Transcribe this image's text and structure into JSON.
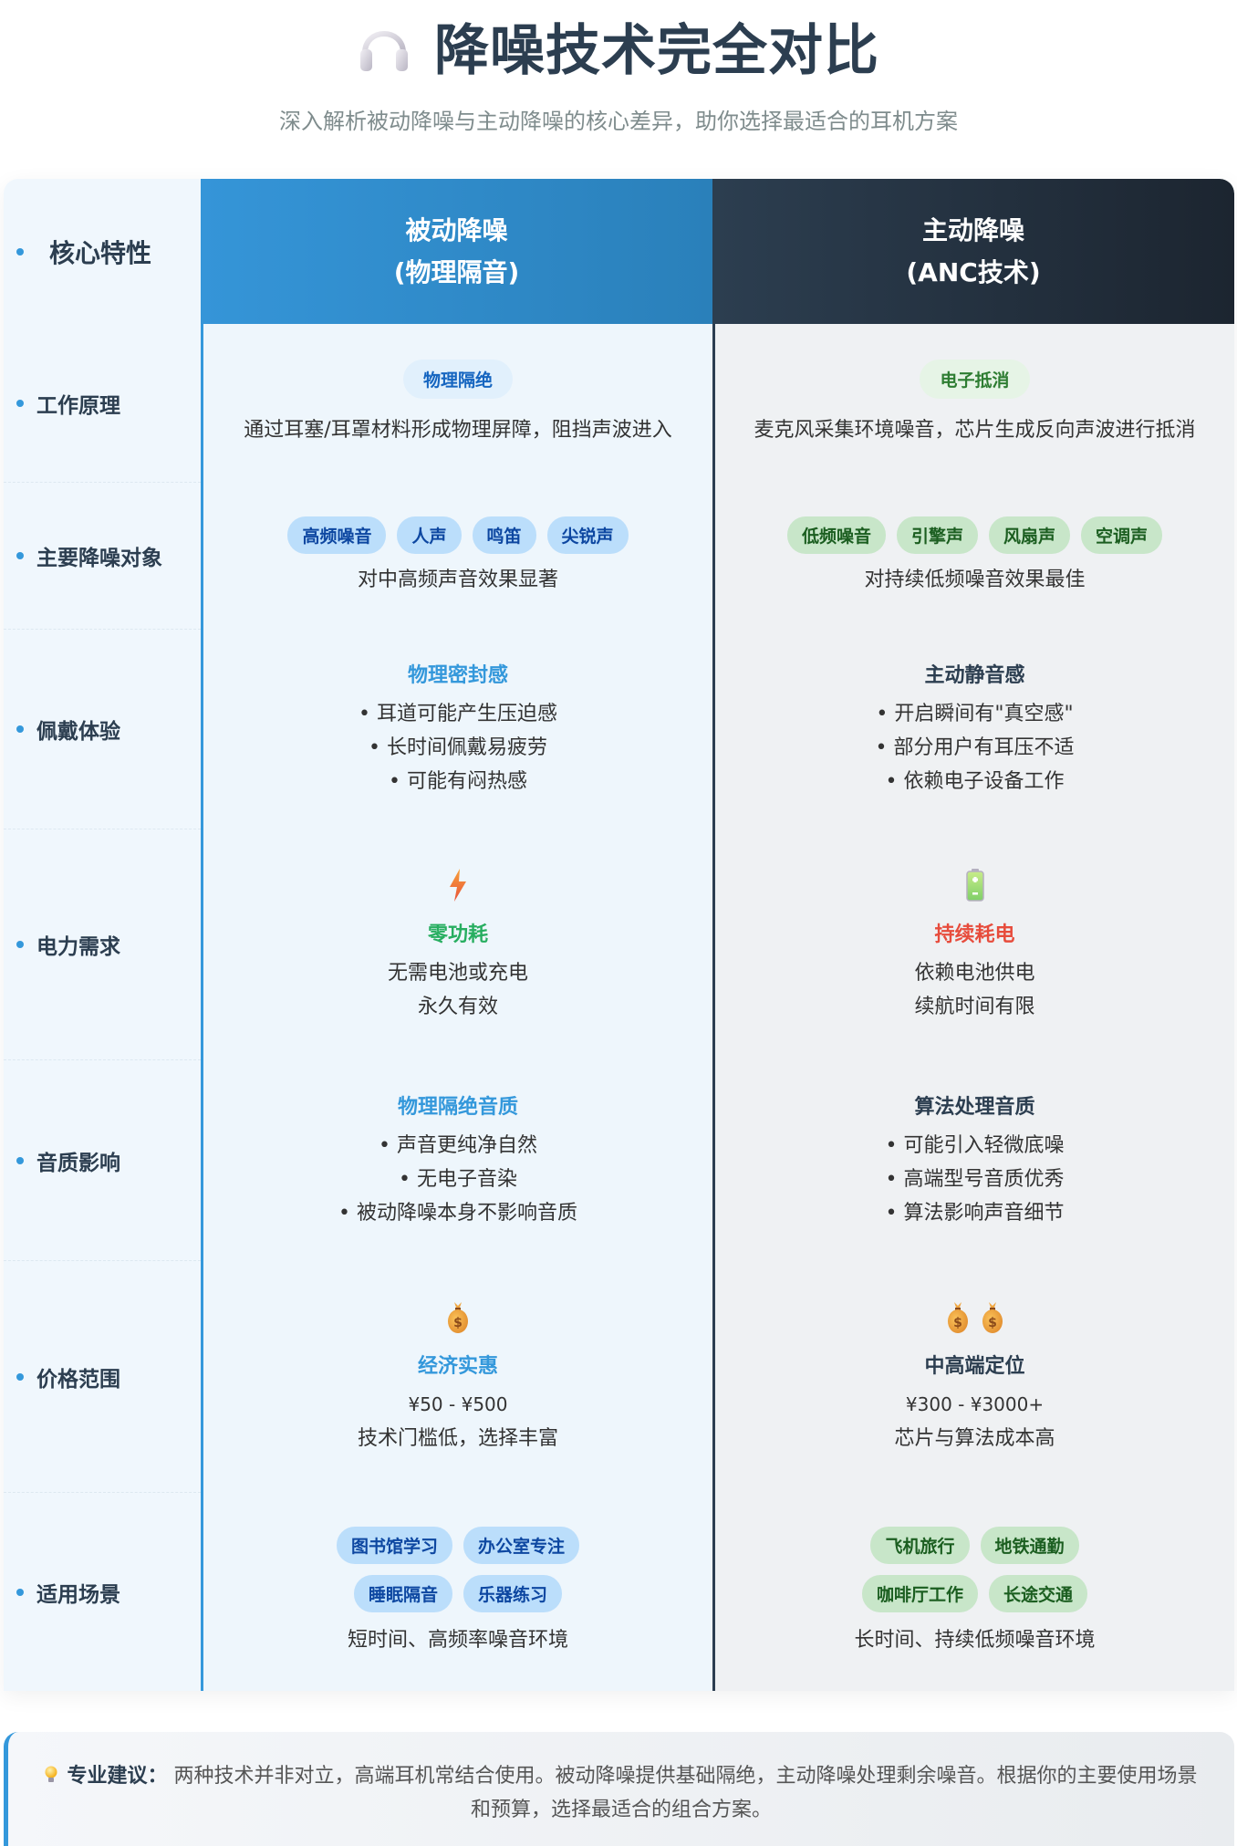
{
  "header": {
    "icon": "headphone-icon",
    "title": "降噪技术完全对比",
    "subtitle": "深入解析被动降噪与主动降噪的核心差异，助你选择最适合的耳机方案"
  },
  "table": {
    "corner_label": "核心特性",
    "columns": {
      "passive": {
        "line1": "被动降噪",
        "line2": "(物理隔音)",
        "color": "#3498db"
      },
      "active": {
        "line1": "主动降噪",
        "line2": "(ANC技术)",
        "color": "#2c3e50"
      }
    },
    "rows": {
      "principle": {
        "label": "工作原理",
        "passive": {
          "pill": "物理隔绝",
          "text": "通过耳塞/耳罩材料形成物理屏障，阻挡声波进入"
        },
        "active": {
          "pill": "电子抵消",
          "text": "麦克风采集环境噪音，芯片生成反向声波进行抵消"
        }
      },
      "targets": {
        "label": "主要降噪对象",
        "passive": {
          "tags": [
            "高频噪音",
            "人声",
            "鸣笛",
            "尖锐声"
          ],
          "text": "对中高频声音效果显著"
        },
        "active": {
          "tags": [
            "低频噪音",
            "引擎声",
            "风扇声",
            "空调声"
          ],
          "text": "对持续低频噪音效果最佳"
        }
      },
      "comfort": {
        "label": "佩戴体验",
        "passive": {
          "heading": "物理密封感",
          "items": [
            "• 耳道可能产生压迫感",
            "• 长时间佩戴易疲劳",
            "• 可能有闷热感"
          ]
        },
        "active": {
          "heading": "主动静音感",
          "items": [
            "• 开启瞬间有\"真空感\"",
            "• 部分用户有耳压不适",
            "• 依赖电子设备工作"
          ]
        }
      },
      "power": {
        "label": "电力需求",
        "passive": {
          "icon": "⚡",
          "heading": "零功耗",
          "lines": [
            "无需电池或充电",
            "永久有效"
          ]
        },
        "active": {
          "icon": "🔋",
          "heading": "持续耗电",
          "lines": [
            "依赖电池供电",
            "续航时间有限"
          ]
        }
      },
      "sound": {
        "label": "音质影响",
        "passive": {
          "heading": "物理隔绝音质",
          "items": [
            "• 声音更纯净自然",
            "• 无电子音染",
            "• 被动降噪本身不影响音质"
          ]
        },
        "active": {
          "heading": "算法处理音质",
          "items": [
            "• 可能引入轻微底噪",
            "• 高端型号音质优秀",
            "• 算法影响声音细节"
          ]
        }
      },
      "price": {
        "label": "价格范围",
        "passive": {
          "icons": [
            "💰"
          ],
          "heading": "经济实惠",
          "range": "¥50 - ¥500",
          "note": "技术门槛低，选择丰富"
        },
        "active": {
          "icons": [
            "💰",
            "💰"
          ],
          "heading": "中高端定位",
          "range": "¥300 - ¥3000+",
          "note": "芯片与算法成本高"
        }
      },
      "scenarios": {
        "label": "适用场景",
        "passive": {
          "tags_row1": [
            "图书馆学习",
            "办公室专注"
          ],
          "tags_row2": [
            "睡眠隔音",
            "乐器练习"
          ],
          "text": "短时间、高频率噪音环境"
        },
        "active": {
          "tags_row1": [
            "飞机旅行",
            "地铁通勤"
          ],
          "tags_row2": [
            "咖啡厅工作",
            "长途交通"
          ],
          "text": "长时间、持续低频噪音环境"
        }
      }
    }
  },
  "footer": {
    "icon": "💡",
    "label": "专业建议：",
    "text": "两种技术并非对立，高端耳机常结合使用。被动降噪提供基础隔绝，主动降噪处理剩余噪音。根据你的主要使用场景和预算，选择最适合的组合方案。"
  },
  "colors": {
    "accent_blue": "#3498db",
    "dark_navy": "#2c3e50",
    "green": "#27ae60",
    "red": "#e74c3c"
  }
}
